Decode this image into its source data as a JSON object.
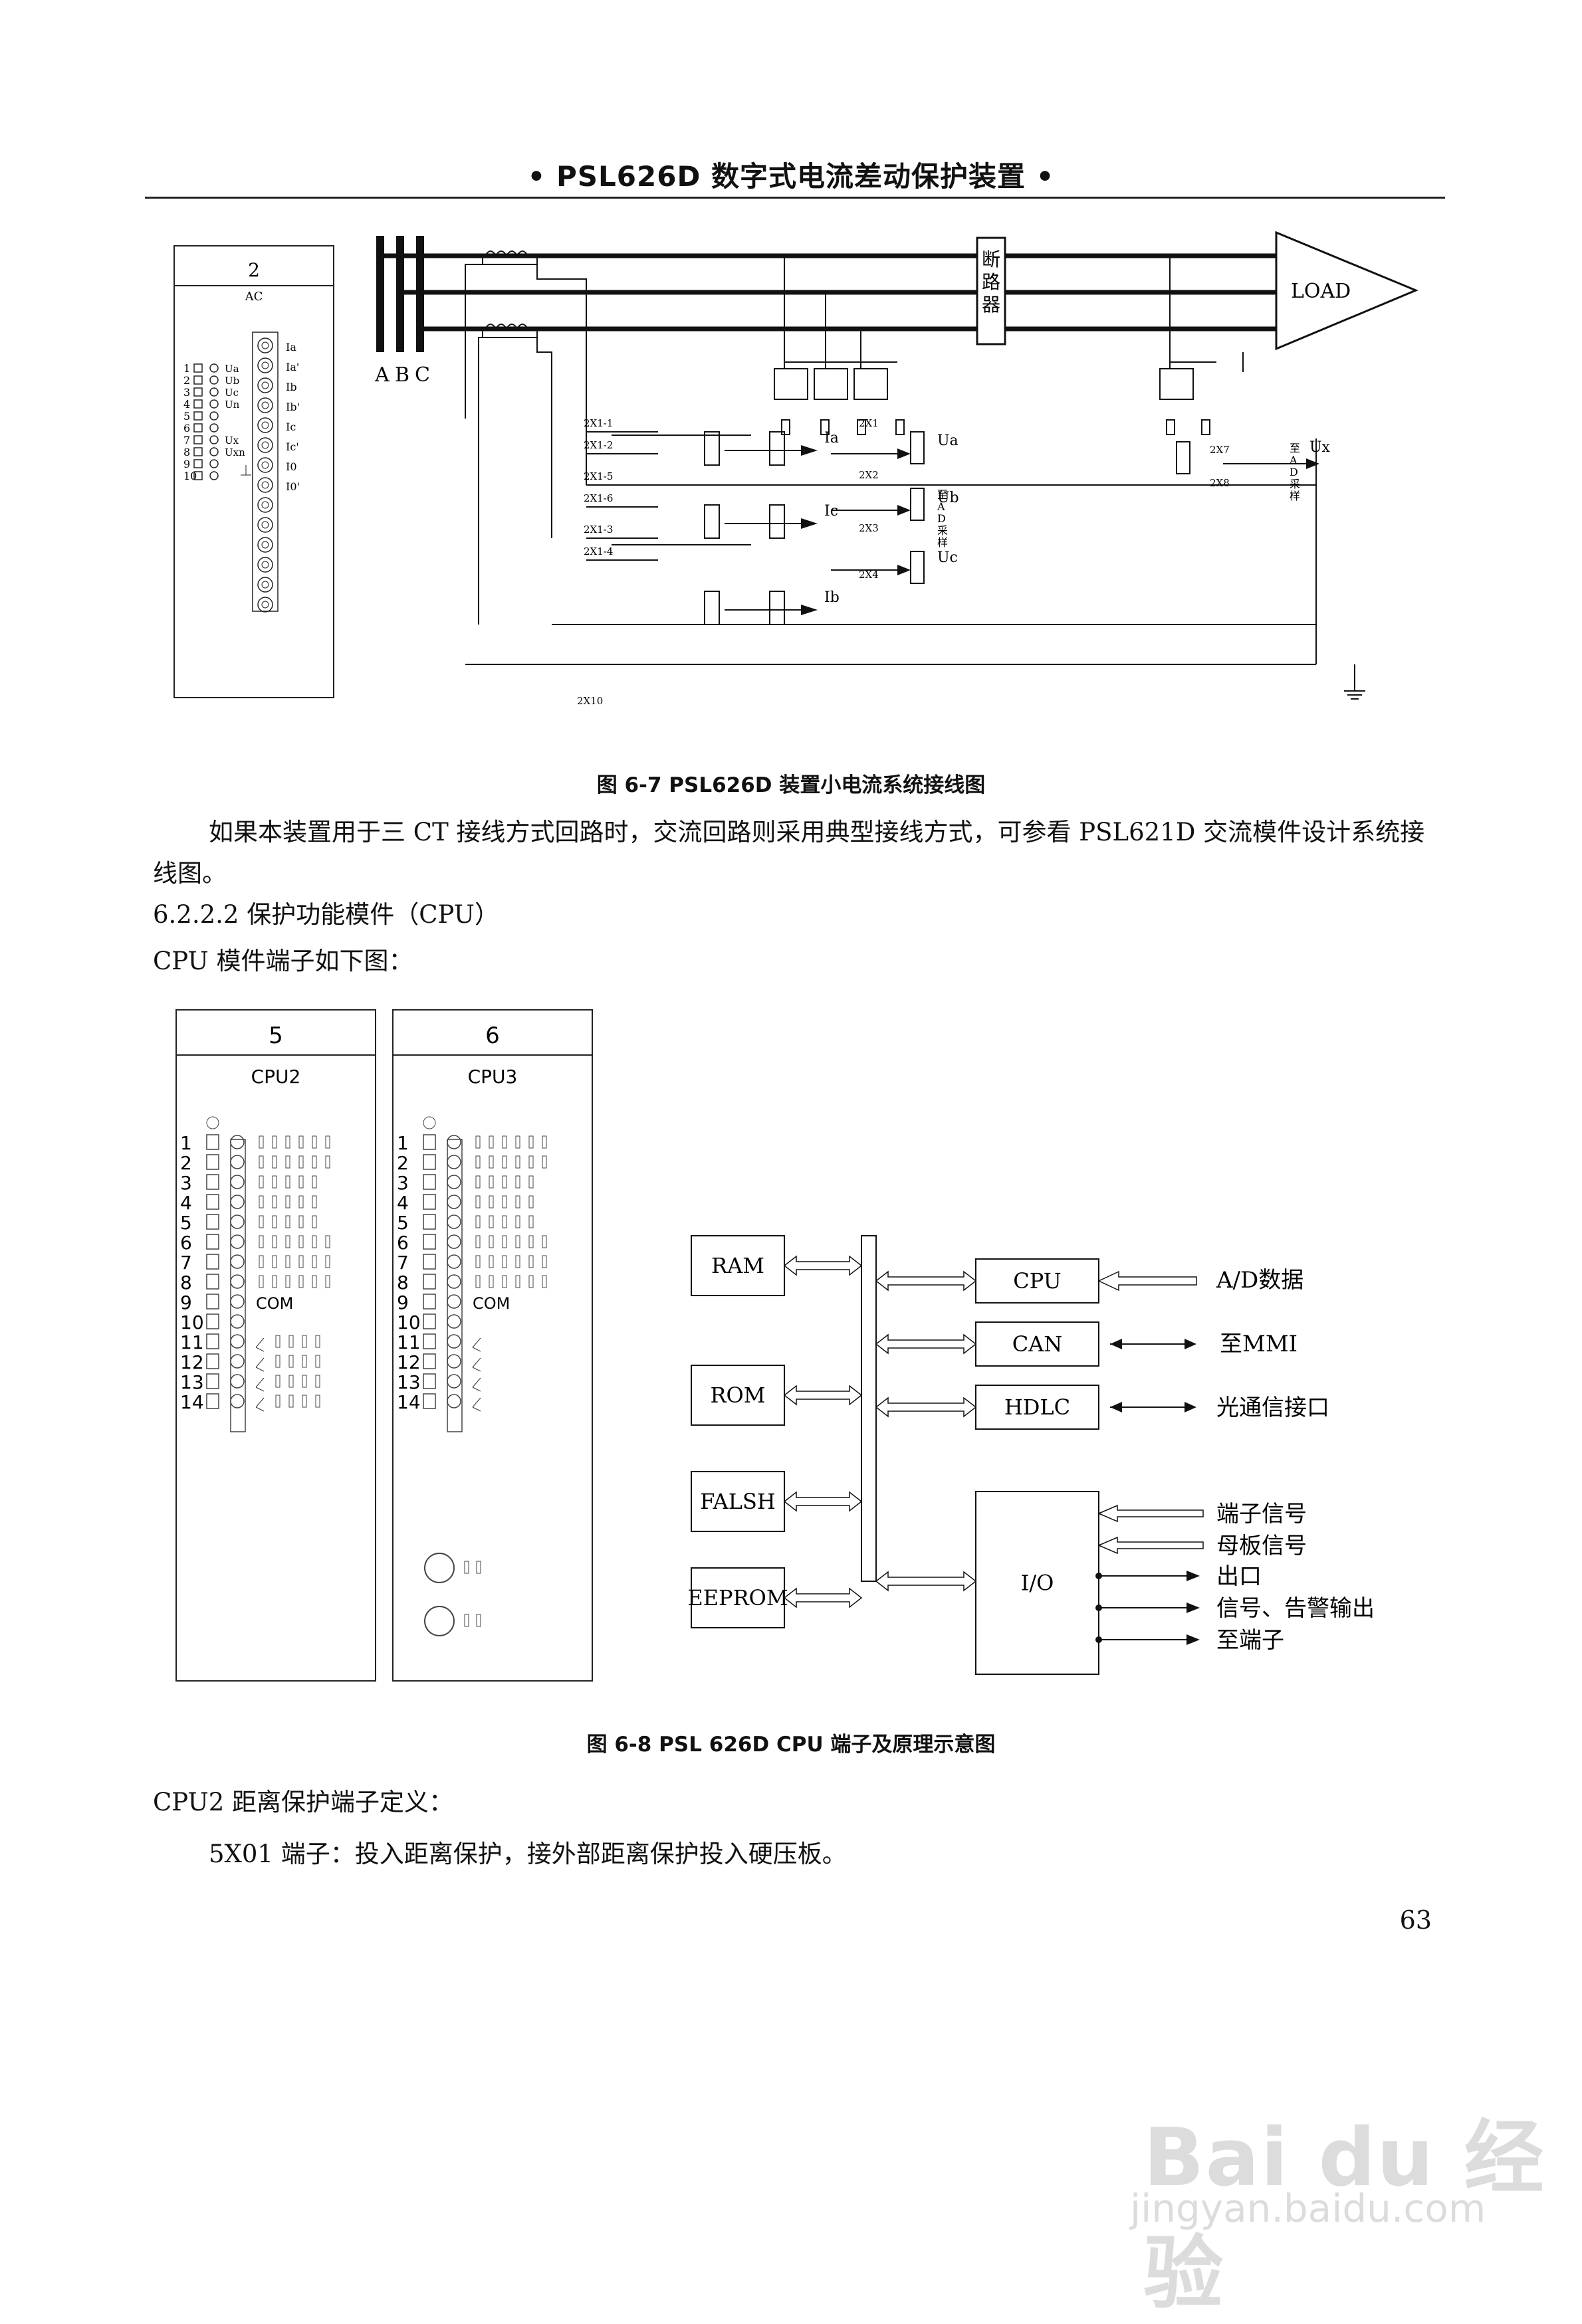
{
  "header": {
    "title": "• PSL626D 数字式电流差动保护装置 •"
  },
  "figure1": {
    "caption": "图 6-7   PSL626D 装置小电流系统接线图",
    "module_number": "2",
    "module_name": "AC",
    "terminal_numbers": [
      "1",
      "2",
      "3",
      "4",
      "5",
      "6",
      "7",
      "8",
      "9",
      "10"
    ],
    "left_labels": [
      "Ua",
      "Ub",
      "Uc",
      "Un",
      "",
      "",
      "Ux",
      "Uxn",
      "",
      ""
    ],
    "right_labels": [
      "Ia",
      "Ia'",
      "Ib",
      "Ib'",
      "Ic",
      "Ic'",
      "I0",
      "I0'"
    ],
    "phases": [
      "A",
      "B",
      "C"
    ],
    "breaker_label": "断路器",
    "load_label": "LOAD",
    "current_terminals": [
      "2X1-1",
      "2X1-2",
      "2X1-5",
      "2X1-6",
      "2X1-3",
      "2X1-4"
    ],
    "voltage_terminals": [
      "2X1",
      "2X2",
      "2X3",
      "2X4"
    ],
    "ux_terminals": [
      "2X7",
      "2X8"
    ],
    "ground_terminal": "2X10",
    "current_signals": [
      "Ia",
      "Ic",
      "Ib"
    ],
    "voltage_signals": [
      "Ua",
      "Ub",
      "Uc"
    ],
    "ux_signal": "Ux",
    "ad_note": "至AD采样"
  },
  "paragraph1": "如果本装置用于三 CT 接线方式回路时，交流回路则采用典型接线方式，可参看 PSL621D 交流模件设计系统接线图。",
  "section_heading": "6.2.2.2   保护功能模件（CPU）",
  "intro_line": "CPU 模件端子如下图：",
  "figure2": {
    "caption": "图 6-8   PSL 626D   CPU 端子及原理示意图",
    "modules": [
      {
        "number": "5",
        "name": "CPU2"
      },
      {
        "number": "6",
        "name": "CPU3"
      }
    ],
    "terminal_numbers": [
      "1",
      "2",
      "3",
      "4",
      "5",
      "6",
      "7",
      "8",
      "9",
      "10",
      "11",
      "12",
      "13",
      "14"
    ],
    "com_label": "COM",
    "blocks_left": [
      "RAM",
      "ROM",
      "FALSH",
      "EEPROM"
    ],
    "blocks_right": [
      "CPU",
      "CAN",
      "HDLC",
      "I/O"
    ],
    "external_labels": [
      "A/D数据",
      "至MMI",
      "光通信接口"
    ],
    "io_labels": [
      "端子信号",
      "母板信号",
      "出口",
      "信号、告警输出",
      "至端子"
    ]
  },
  "paragraph2": "CPU2 距离保护端子定义：",
  "paragraph3": "5X01 端子：投入距离保护，接外部距离保护投入硬压板。",
  "page_number": "63",
  "watermark": {
    "brand": "Bai du 经验",
    "url": "jingyan.baidu.com"
  }
}
